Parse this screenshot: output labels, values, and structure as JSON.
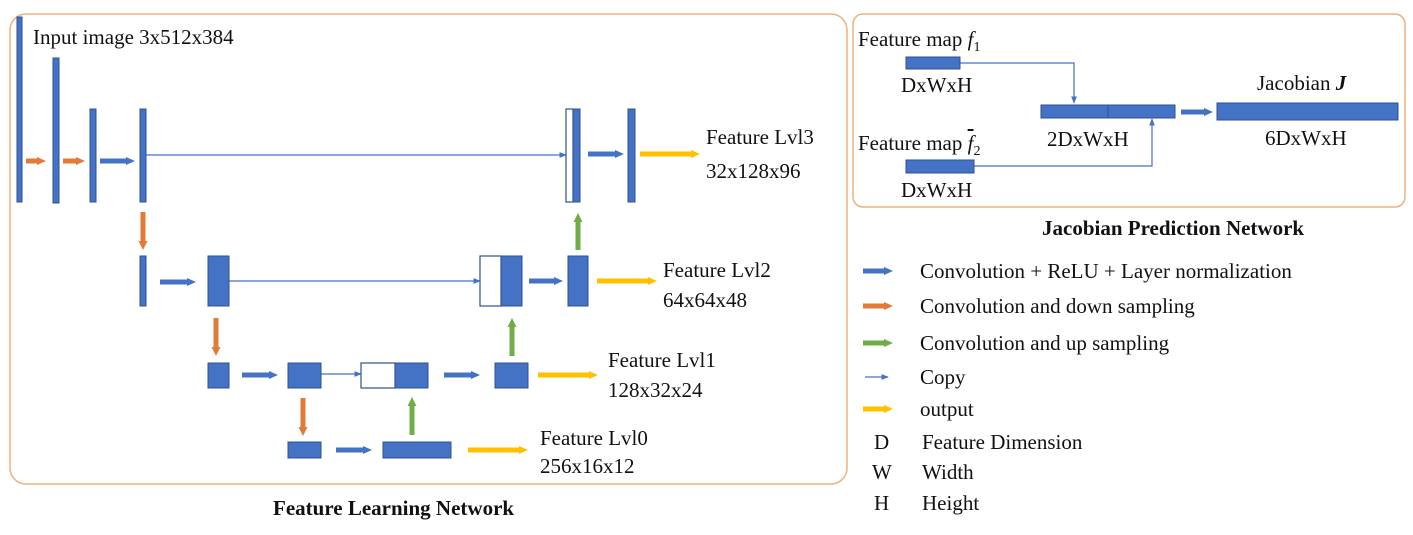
{
  "colors": {
    "block": "#4472c4",
    "block_edge": "#2f528f",
    "frame": "#f0b27a",
    "conv": "#4472c4",
    "down": "#e07b39",
    "up": "#70ad47",
    "copy": "#4472c4",
    "output": "#ffc000"
  },
  "feature_net": {
    "caption": "Feature Learning Network",
    "input_label": "Input image  3x512x384",
    "levels": [
      {
        "name": "Feature Lvl3",
        "size": "32x128x96"
      },
      {
        "name": "Feature Lvl2",
        "size": "64x64x48"
      },
      {
        "name": "Feature Lvl1",
        "size": "128x32x24"
      },
      {
        "name": "Feature Lvl0",
        "size": "256x16x12"
      }
    ]
  },
  "jacobian_net": {
    "caption": "Jacobian Prediction Network",
    "map1_label": "Feature map ",
    "map1_symbol": "f",
    "map1_sub": "1",
    "map1_dim": "DxWxH",
    "map2_label": "Feature map ",
    "map2_symbol": "f",
    "map2_sub": "2",
    "map2_dim": "DxWxH",
    "concat_dim": "2DxWxH",
    "jacobian_label": "Jacobian ",
    "jacobian_symbol": "J",
    "jacobian_dim": "6DxWxH"
  },
  "legend": {
    "items": [
      {
        "type": "conv",
        "text": "Convolution + ReLU + Layer normalization"
      },
      {
        "type": "down",
        "text": "Convolution  and down sampling"
      },
      {
        "type": "up",
        "text": "Convolution  and up sampling"
      },
      {
        "type": "copy",
        "text": "Copy"
      },
      {
        "type": "output",
        "text": "output"
      }
    ],
    "abbreviations": [
      {
        "key": "D",
        "text": "Feature Dimension"
      },
      {
        "key": "W",
        "text": "Width"
      },
      {
        "key": "H",
        "text": "Height"
      }
    ]
  }
}
